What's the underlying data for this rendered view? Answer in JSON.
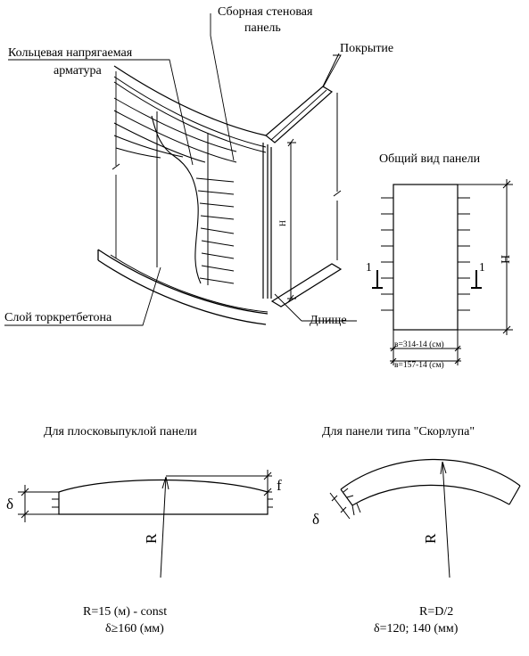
{
  "labels": {
    "wall_panel_line1": "Сборная стеновая",
    "wall_panel_line2": "панель",
    "ring_rebar_line1": "Кольцевая напрягаемая",
    "ring_rebar_line2": "арматура",
    "roof": "Покрытие",
    "shotcrete_layer": "Слой торкретбетона",
    "bottom": "Днище",
    "height_small": "H"
  },
  "panel_view": {
    "title": "Общий вид панели",
    "height_label": "H",
    "section_mark_left": "1",
    "section_mark_right": "1",
    "width_label_1": "в=314-14 (см)",
    "width_label_2": "в=157-14 (см)"
  },
  "flat_convex": {
    "title": "Для плосковыпуклой панели",
    "delta_label": "δ",
    "f_label": "f",
    "r_label": "R",
    "formula_line1": "R=15 (м) - const",
    "formula_line2": "δ≥160 (мм)"
  },
  "shell": {
    "title": "Для панели типа \"Скорлупа\"",
    "delta_label": "δ",
    "r_label": "R",
    "formula_line1": "R=D/2",
    "formula_line2": "δ=120; 140 (мм)"
  }
}
